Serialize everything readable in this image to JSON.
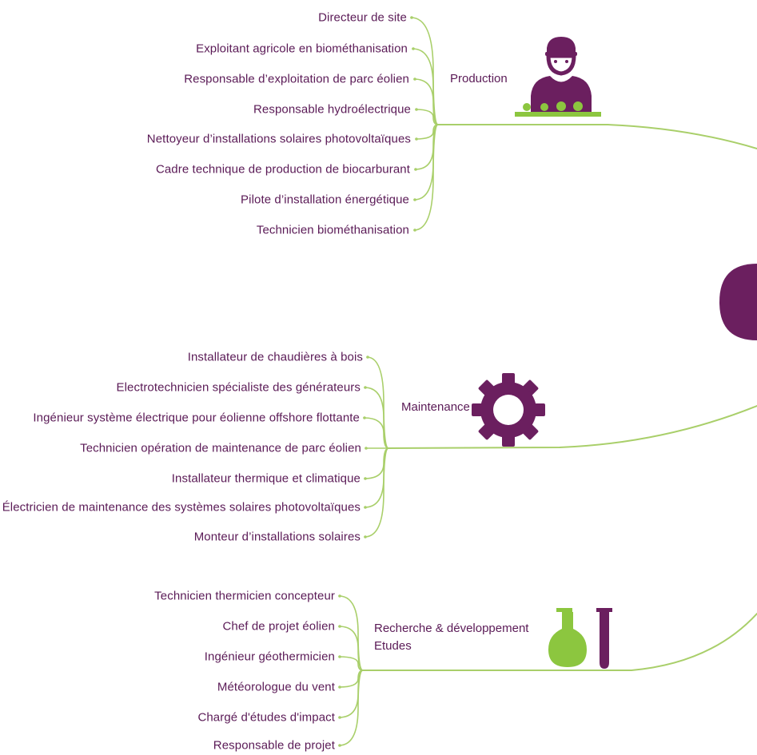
{
  "colors": {
    "text": "#5a1a56",
    "line": "#a9cf6a",
    "green": "#8cc63f",
    "purple": "#6b1f5f"
  },
  "groups": [
    {
      "id": "production",
      "category": [
        "Production"
      ],
      "icon": "worker-icon",
      "items": [
        "Directeur de site",
        "Exploitant agricole en biométhanisation",
        "Responsable d’exploitation de parc éolien",
        "Responsable hydroélectrique",
        "Nettoyeur d’installations solaires photovoltaïques",
        "Cadre technique de production de biocarburant",
        "Pilote d’installation énergétique",
        "Technicien biométhanisation"
      ]
    },
    {
      "id": "maintenance",
      "category": [
        "Maintenance"
      ],
      "icon": "gear-icon",
      "items": [
        "Installateur de chaudières à bois",
        "Electrotechnicien spécialiste des générateurs",
        "Ingénieur système électrique pour éolienne offshore flottante",
        "Technicien opération de maintenance de parc éolien",
        "Installateur thermique et climatique",
        "Électricien de maintenance des systèmes solaires photovoltaïques",
        "Monteur d’installations solaires"
      ]
    },
    {
      "id": "research",
      "category": [
        "Recherche & développement",
        "Etudes"
      ],
      "icon": "flask-icon",
      "items": [
        "Technicien thermicien concepteur",
        "Chef de projet éolien",
        "Ingénieur géothermicien",
        "Météorologue du vent",
        "Chargé d'études d'impact",
        "Responsable de projet"
      ]
    }
  ]
}
